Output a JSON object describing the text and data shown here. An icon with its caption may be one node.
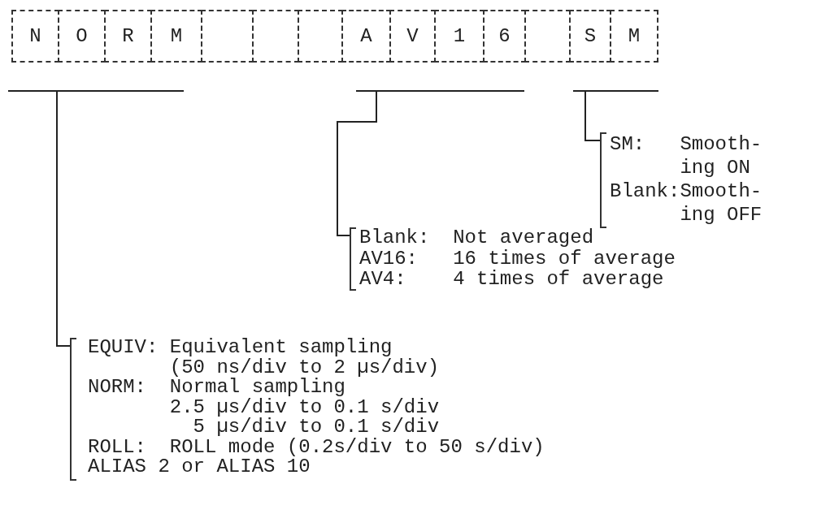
{
  "diagram": {
    "nodes": [
      {
        "text": [
          "N"
        ]
      },
      {
        "text": [
          "O"
        ]
      },
      {
        "text": [
          "R"
        ]
      },
      {
        "text": [
          "M"
        ]
      },
      {
        "text": [],
        "shape": "box"
      },
      {
        "text": [],
        "shape": "box"
      },
      {
        "text": [],
        "shape": "box"
      },
      {
        "text": [
          "A"
        ]
      },
      {
        "text": [
          "V"
        ]
      },
      {
        "text": [
          "1"
        ]
      },
      {
        "text": [
          "6"
        ]
      },
      {
        "text": [],
        "shape": "box"
      },
      {
        "text": [
          "S"
        ]
      },
      {
        "text": [
          "M"
        ]
      },
      {
        "text": [],
        "shape": "bar"
      },
      {
        "text": [],
        "shape": "bar"
      },
      {
        "text": [],
        "shape": "bar"
      },
      {
        "text": [
          "SM: Smooth- ing ON",
          "Blank:Smooth- ing OFF"
        ]
      },
      {
        "text": [
          "Blank: Not averaged",
          "AV16: 16 times of average",
          "AV4: 4 times of average"
        ]
      },
      {
        "text": [
          "EQUIV: Equivalent sampling",
          "(50 ns/div to 2 µs/div)",
          "NORM: Normal sampling",
          "2.5 µs/div to 0.1 s/div",
          "5 µs/div to 0.1 s/div",
          "ROLL: ROLL mode (0.2s/div to 50 s/div)",
          "ALIAS 2 or ALIAS 10"
        ]
      }
    ],
    "edges": [
      {
        "from": 14,
        "to": 19,
        "arrow": "none"
      },
      {
        "from": 15,
        "to": 18,
        "arrow": "none"
      },
      {
        "from": 16,
        "to": 17,
        "arrow": "none"
      }
    ]
  }
}
